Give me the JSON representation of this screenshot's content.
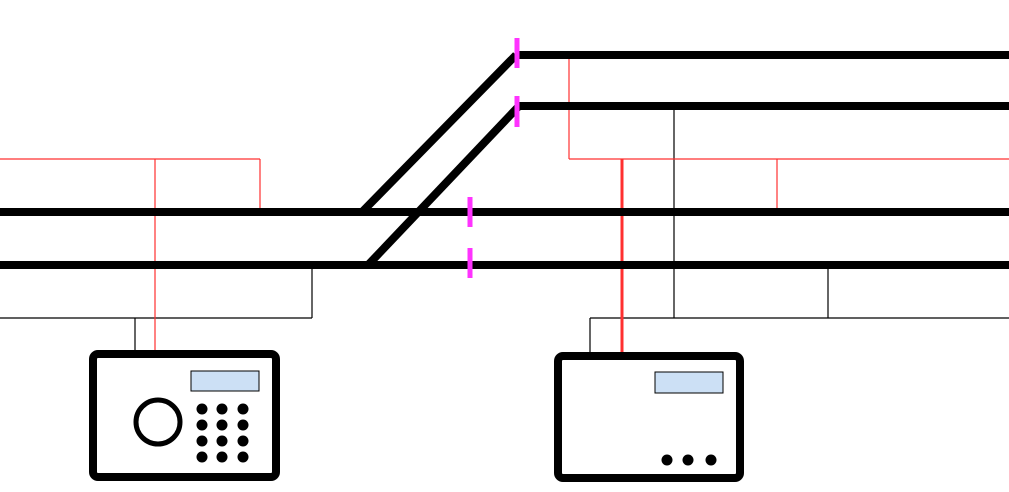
{
  "colors": {
    "background": "#ffffff",
    "track": "#000000",
    "feeder_red": "#ff3030",
    "return_black": "#000000",
    "isolator": "#ff33ff",
    "display_fill": "#cce0f5"
  },
  "devices": [
    {
      "id": "controller-left",
      "kind": "handheld-throttle",
      "icons": [
        "display-screen-icon",
        "speed-knob-icon",
        "keypad-icon"
      ],
      "keypad_buttons": 12
    },
    {
      "id": "controller-right",
      "kind": "power-supply-box",
      "icons": [
        "display-screen-icon",
        "indicator-dots-icon"
      ],
      "indicator_dots": 3
    }
  ],
  "tracks": [
    {
      "id": "main-upper",
      "kind": "main-line"
    },
    {
      "id": "main-lower",
      "kind": "main-line"
    },
    {
      "id": "siding-top",
      "kind": "siding"
    },
    {
      "id": "siding-second",
      "kind": "siding"
    },
    {
      "id": "crossover-outer",
      "kind": "turnout-diagonal"
    },
    {
      "id": "crossover-inner",
      "kind": "turnout-diagonal"
    }
  ],
  "isolating_gaps": [
    {
      "id": "gap-siding-top"
    },
    {
      "id": "gap-siding-second"
    },
    {
      "id": "gap-main-upper"
    },
    {
      "id": "gap-main-lower"
    }
  ]
}
